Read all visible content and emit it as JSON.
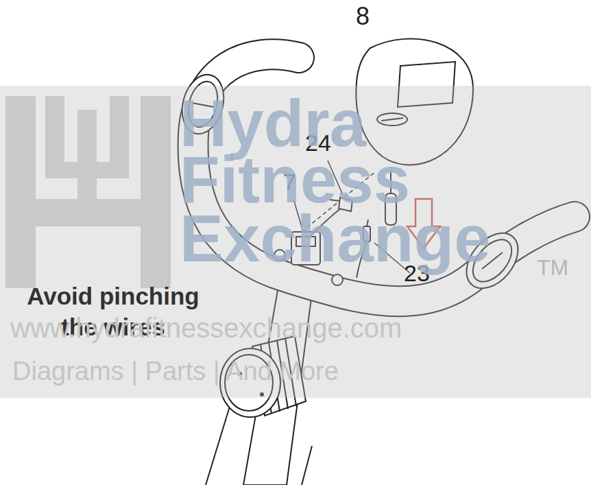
{
  "diagram": {
    "labels": [
      "8",
      "24",
      "7",
      "23",
      "Hydra",
      "Fitness",
      "Exchange",
      "TM",
      "Avoid pinching the wires",
      "www.hydrafitnessexchange.com",
      "Diagrams | Parts | And More"
    ]
  }
}
